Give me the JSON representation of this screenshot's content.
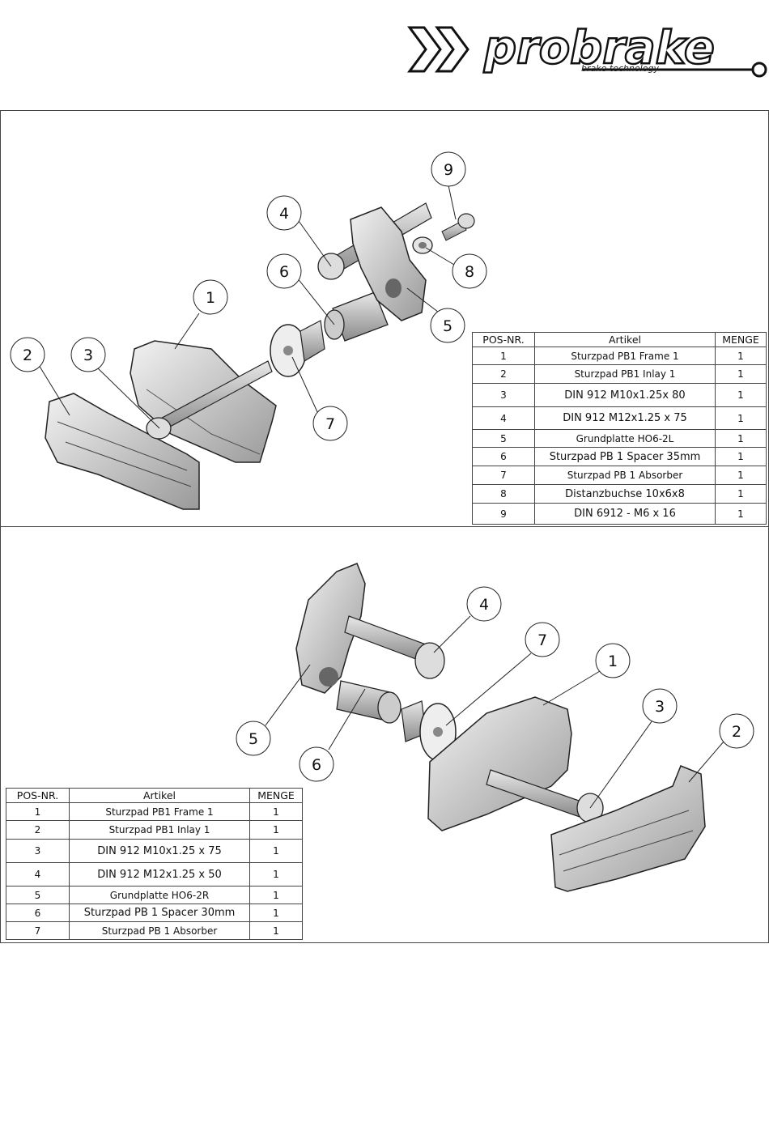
{
  "logo": {
    "brand": "probrake",
    "subtitle": "brake technology"
  },
  "top_assembly": {
    "balloons": [
      "1",
      "2",
      "3",
      "4",
      "5",
      "6",
      "7",
      "8",
      "9"
    ],
    "table": {
      "headers": [
        "POS-NR.",
        "Artikel",
        "MENGE"
      ],
      "rows": [
        [
          "1",
          "Sturzpad PB1 Frame 1",
          "1"
        ],
        [
          "2",
          "Sturzpad PB1 Inlay 1",
          "1"
        ],
        [
          "3",
          "DIN 912 M10x1.25x 80",
          "1"
        ],
        [
          "4",
          "DIN 912 M12x1.25 x 75",
          "1"
        ],
        [
          "5",
          "Grundplatte HO6-2L",
          "1"
        ],
        [
          "6",
          "Sturzpad PB 1 Spacer 35mm",
          "1"
        ],
        [
          "7",
          "Sturzpad PB 1 Absorber",
          "1"
        ],
        [
          "8",
          "Distanzbuchse 10x6x8",
          "1"
        ],
        [
          "9",
          "DIN 6912 - M6 x 16",
          "1"
        ]
      ]
    }
  },
  "bottom_assembly": {
    "balloons": [
      "1",
      "2",
      "3",
      "4",
      "5",
      "6",
      "7"
    ],
    "table": {
      "headers": [
        "POS-NR.",
        "Artikel",
        "MENGE"
      ],
      "rows": [
        [
          "1",
          "Sturzpad PB1 Frame 1",
          "1"
        ],
        [
          "2",
          "Sturzpad PB1 Inlay 1",
          "1"
        ],
        [
          "3",
          "DIN 912 M10x1.25 x 75",
          "1"
        ],
        [
          "4",
          "DIN 912 M12x1.25 x 50",
          "1"
        ],
        [
          "5",
          "Grundplatte HO6-2R",
          "1"
        ],
        [
          "6",
          "Sturzpad PB 1 Spacer 30mm",
          "1"
        ],
        [
          "7",
          "Sturzpad PB 1 Absorber",
          "1"
        ]
      ]
    }
  }
}
